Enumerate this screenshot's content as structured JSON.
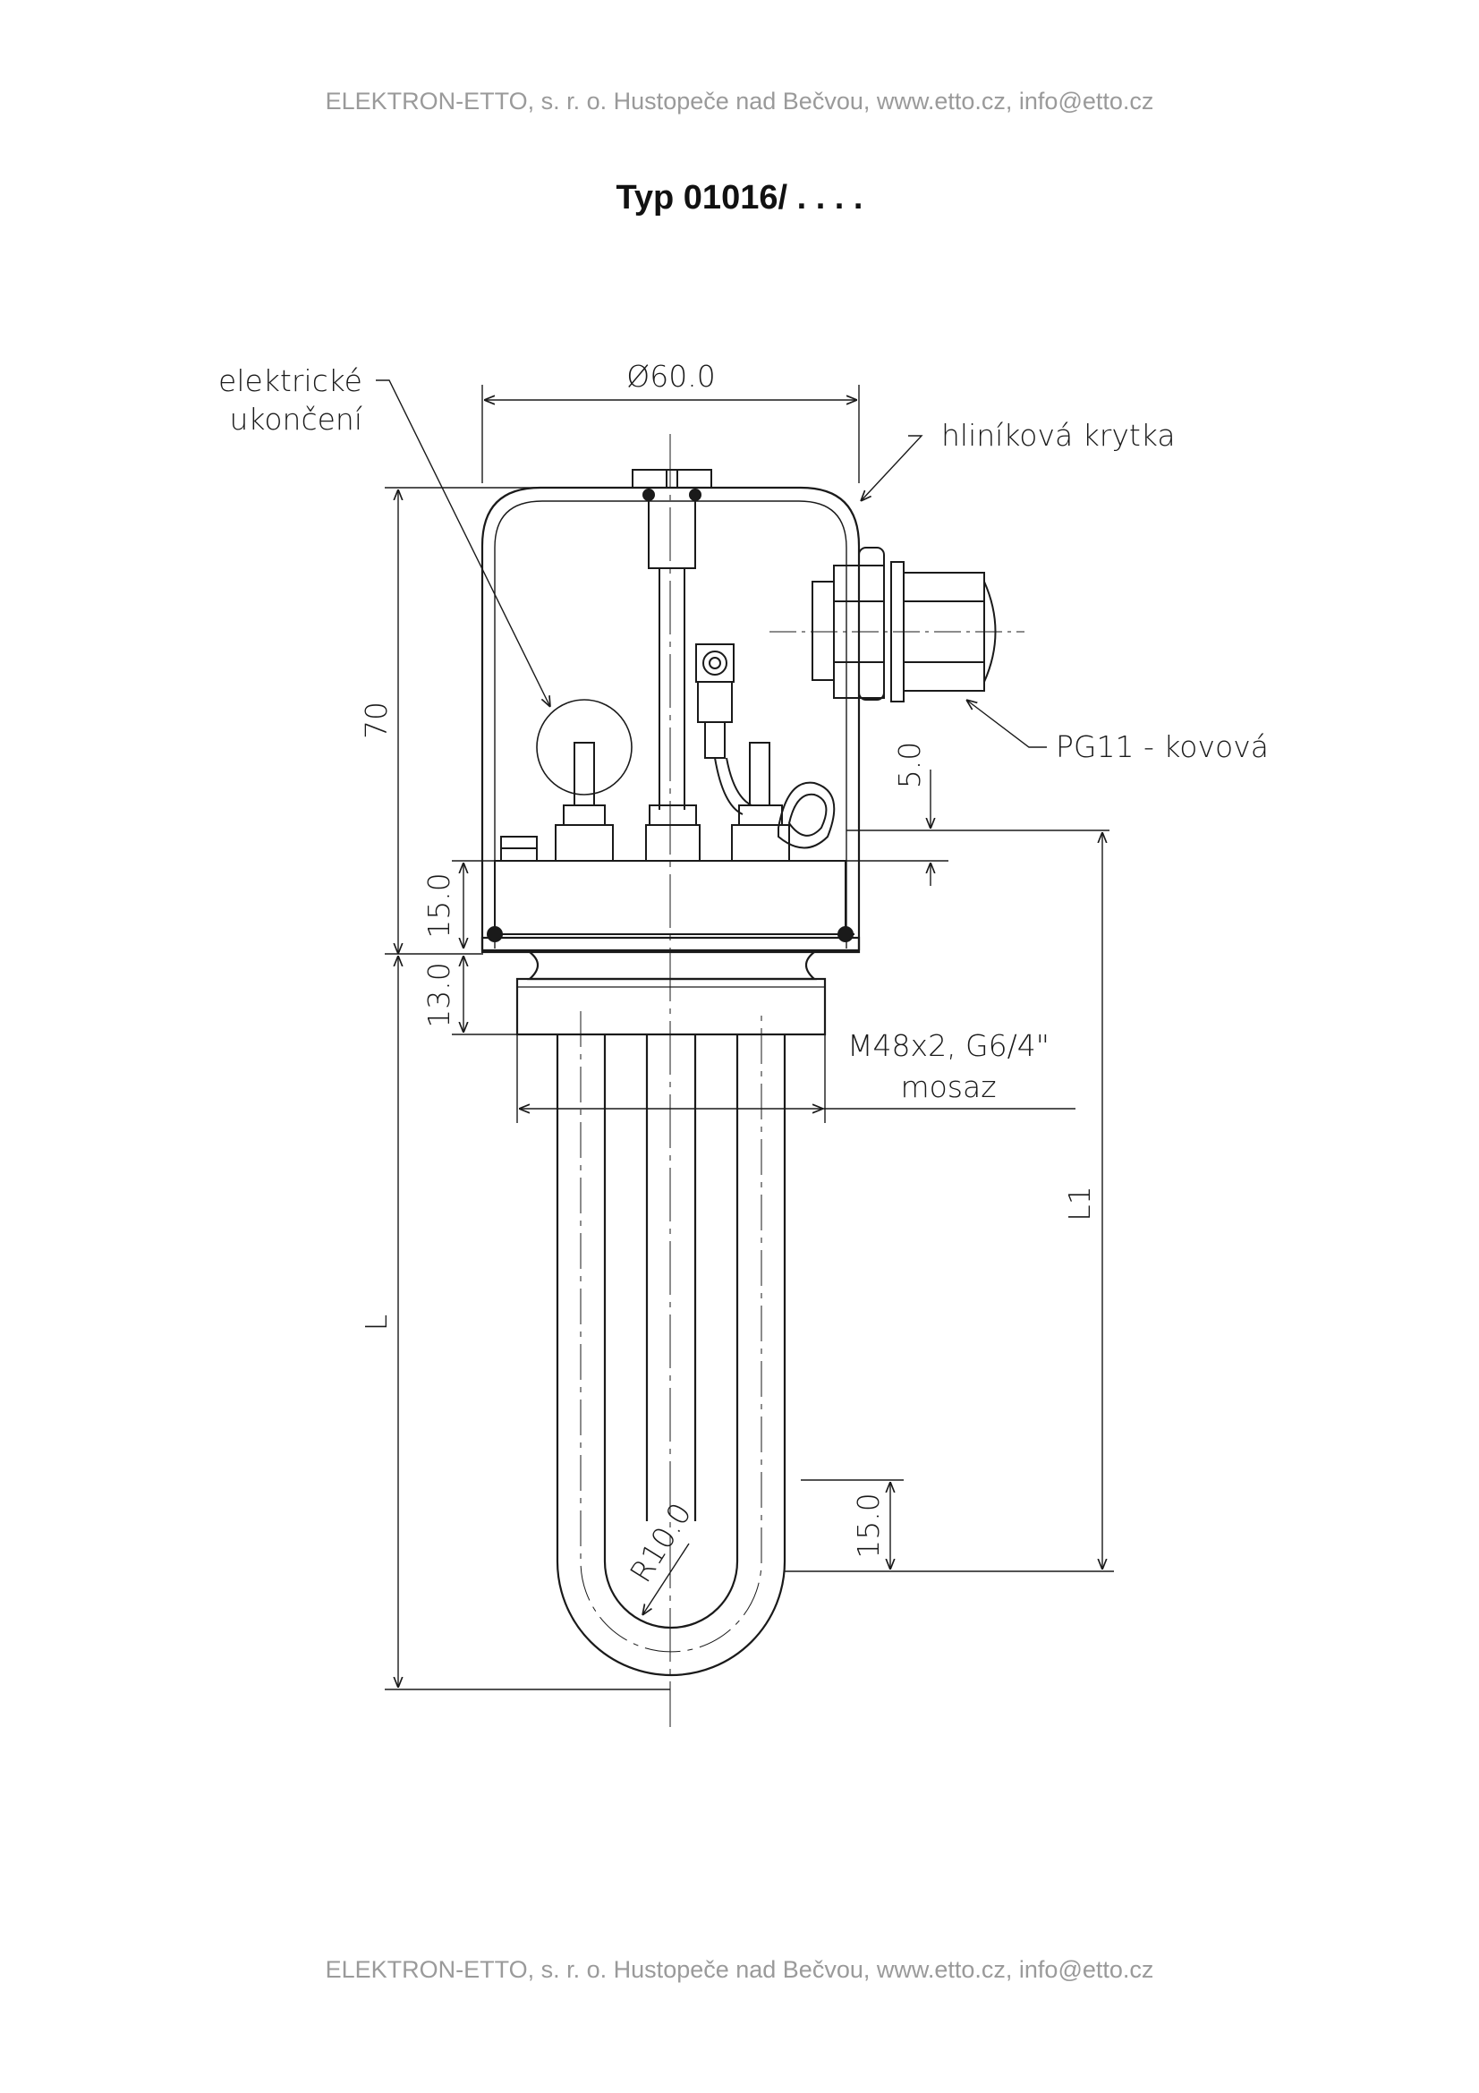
{
  "header": {
    "text": "ELEKTRON-ETTO, s. r. o. Hustopeče nad Bečvou, www.etto.cz, info@etto.cz"
  },
  "footer": {
    "text": "ELEKTRON-ETTO, s. r. o. Hustopeče nad Bečvou, www.etto.cz, info@etto.cz"
  },
  "title": "Typ 01016/ . . . .",
  "drawing": {
    "labels": {
      "electric_termination_1": "elektrické",
      "electric_termination_2": "ukončení",
      "diameter": "Ø60.0",
      "aluminium_cover": "hliníková krytka",
      "gland": "PG11 - kovová",
      "dim_70": "70",
      "dim_5": "5.0",
      "dim_15_top": "15.0",
      "dim_13": "13.0",
      "thread_1": "M48x2, G6/4\"",
      "thread_2": "mosaz",
      "dim_L1": "L1",
      "dim_L": "L",
      "dim_15_bottom": "15.0",
      "radius": "R10.0"
    }
  }
}
